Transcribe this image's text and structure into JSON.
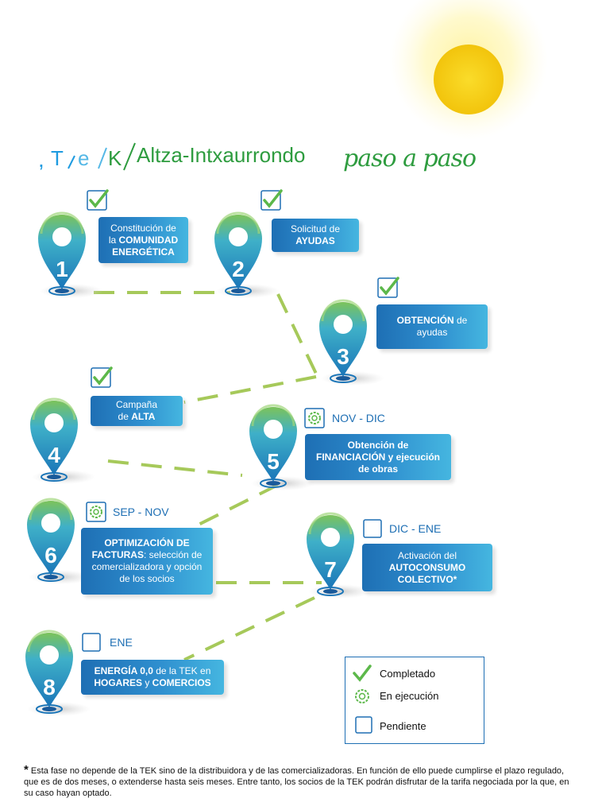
{
  "header": {
    "logo_text": "TEK",
    "neighborhood": "Altza-Intxaurrondo",
    "tagline": "paso a paso"
  },
  "steps": [
    {
      "number": "1",
      "line1": "Constitución de",
      "line2_pre": "la ",
      "line2_bold": "COMUNIDAD",
      "line3_bold": "ENERGÉTICA",
      "status": "completed"
    },
    {
      "number": "2",
      "line1": "Solicitud de",
      "line2_bold": "AYUDAS",
      "status": "completed"
    },
    {
      "number": "3",
      "line1_bold": "OBTENCIÓN",
      "line1_post": " de",
      "line2": "ayudas",
      "status": "completed"
    },
    {
      "number": "4",
      "line1": "Campaña",
      "line2_pre": "de ",
      "line2_bold": "ALTA",
      "status": "completed"
    },
    {
      "number": "5",
      "line1_bold": "Obtención de",
      "line2_bold": "FINANCIACIÓN y ejecución",
      "line3_bold": "de obras",
      "status": "in-progress",
      "date": "NOV - DIC"
    },
    {
      "number": "6",
      "line1_bold": "OPTIMIZACIÓN DE",
      "line2_bold": "FACTURAS",
      "line2_post": ": selección de",
      "line3": "comercializadora y opción",
      "line4": "de los socios",
      "status": "in-progress",
      "date": "SEP - NOV"
    },
    {
      "number": "7",
      "line1": "Activación del",
      "line2_bold": "AUTOCONSUMO",
      "line3_bold": "COLECTIVO*",
      "status": "pending",
      "date": "DIC - ENE"
    },
    {
      "number": "8",
      "line1_bold": "ENERGÍA 0,0",
      "line1_post": " de la TEK en",
      "line2_bold": "HOGARES",
      "line2_mid": " y ",
      "line2_bold2": "COMERCIOS",
      "status": "pending",
      "date": "ENE"
    }
  ],
  "legend": {
    "completed": "Completado",
    "in_progress": "En ejecución",
    "pending": "Pendiente"
  },
  "footnote": {
    "star": "*",
    "text": " Esta fase no depende de la TEK sino de la distribuidora y de las comercializadoras. En función de ello puede cumplirse el plazo regulado, que es de dos meses, o extenderse hasta seis meses. Entre tanto, los socios de la TEK podrán disfrutar de la tarifa negociada por la que, en su caso hayan optado."
  },
  "colors": {
    "blue": "#1e6fb4",
    "green": "#5cb84a",
    "dash": "#a6c95a",
    "sun": "#f6d21a"
  }
}
